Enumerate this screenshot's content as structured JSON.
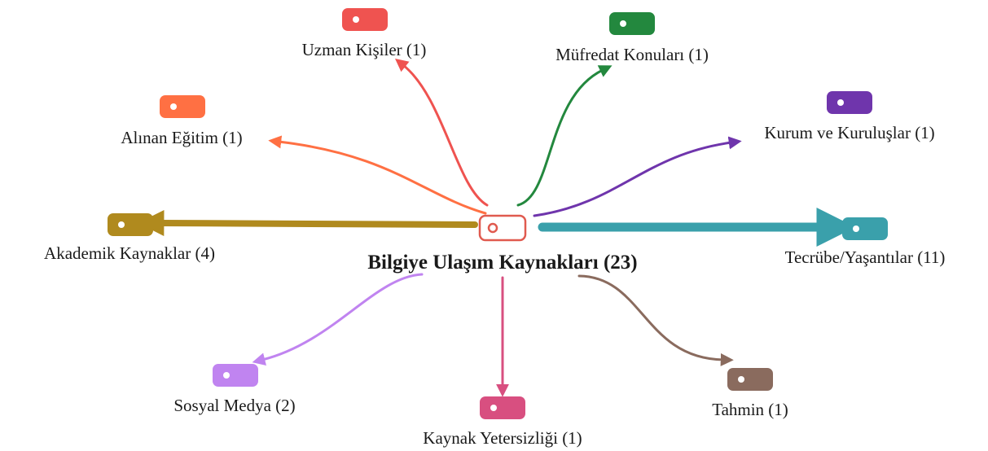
{
  "center": {
    "label": "Bilgiye Ulaşım Kaynakları (23)",
    "color": "#e05a4f",
    "icon": "tag-icon"
  },
  "branches": [
    {
      "id": "uzman-kisiler",
      "label": "Uzman Kişiler (1)",
      "color": "#ef5350",
      "icon": "tag-icon"
    },
    {
      "id": "mufredat-konulari",
      "label": "Müfredat Konuları (1)",
      "color": "#23883e",
      "icon": "tag-icon"
    },
    {
      "id": "alinan-egitim",
      "label": "Alınan Eğitim (1)",
      "color": "#ff7043",
      "icon": "tag-icon"
    },
    {
      "id": "kurum-ve-kuruluslar",
      "label": "Kurum ve Kuruluşlar (1)",
      "color": "#6f35ac",
      "icon": "tag-icon"
    },
    {
      "id": "akademik-kaynaklar",
      "label": "Akademik Kaynaklar (4)",
      "color": "#b08a1e",
      "icon": "tag-icon"
    },
    {
      "id": "tecrube-yasantilar",
      "label": "Tecrübe/Yaşantılar (11)",
      "color": "#3aa0ab",
      "icon": "tag-icon"
    },
    {
      "id": "sosyal-medya",
      "label": "Sosyal Medya (2)",
      "color": "#c084f0",
      "icon": "tag-icon"
    },
    {
      "id": "kaynak-yetersizligi",
      "label": "Kaynak Yetersizliği (1)",
      "color": "#d84f80",
      "icon": "tag-icon"
    },
    {
      "id": "tahmin",
      "label": "Tahmin (1)",
      "color": "#8a6b5e",
      "icon": "tag-icon"
    }
  ]
}
